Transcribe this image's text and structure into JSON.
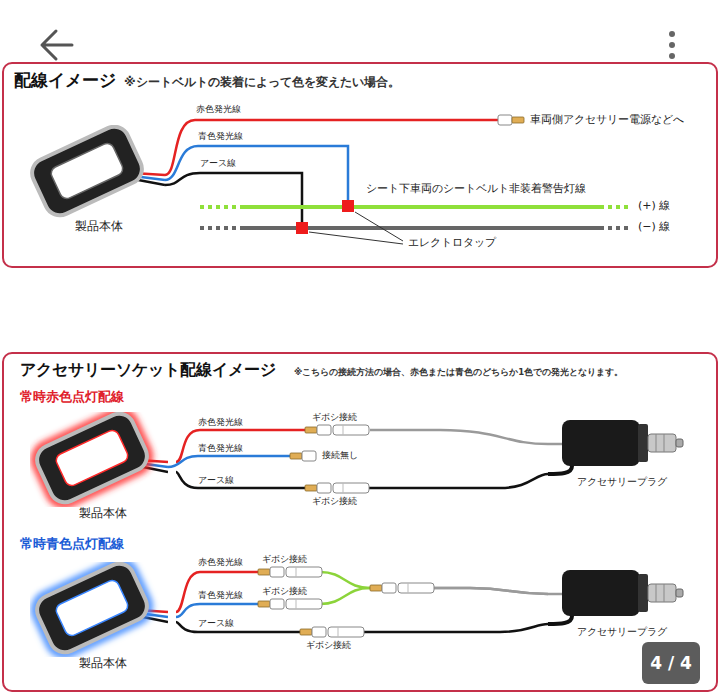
{
  "diagram": {
    "nodes": [
      {
        "text": [
          "配線イメージ",
          "※シートベルトの装着によって色を変えたい場合。"
        ]
      },
      {
        "text": [
          "製品本体"
        ],
        "in": 0
      },
      {
        "text": [
          "アクセサリーソケット配線イメージ",
          "※こちらの接続方法の場合、赤色または青色のどちらか1色での発光となります。"
        ]
      },
      {
        "text": [
          "製品本体"
        ],
        "in": 2
      },
      {
        "text": [
          "アクセサリープラグ"
        ],
        "in": 2
      },
      {
        "text": [
          "製品本体"
        ],
        "in": 2
      },
      {
        "text": [
          "アクセサリープラグ"
        ],
        "in": 2
      },
      {
        "text": [
          "4 / 4"
        ]
      }
    ],
    "edges": [
      {
        "from": 3,
        "to": 4,
        "arrow": "none"
      },
      {
        "from": 3,
        "to": 4,
        "arrow": "none"
      },
      {
        "from": 5,
        "to": 6,
        "arrow": "none"
      },
      {
        "from": 5,
        "to": 6,
        "arrow": "none"
      },
      {
        "from": 5,
        "to": 6,
        "arrow": "none"
      }
    ],
    "labels": [
      "赤色発光線",
      "車両側アクセサリー電源などへ",
      "青色発光線",
      "アース線",
      "シート下車両のシートベルト非装着警告灯線",
      "(+) 線",
      "(−) 線",
      "エレクトロタップ",
      "常時赤色点灯配線",
      "赤色発光線",
      "ギボシ接続",
      "青色発光線",
      "接続無し",
      "アース線",
      "ギボシ接続",
      "常時青色点灯配線",
      "赤色発光線",
      "ギボシ接続",
      "青色発光線",
      "ギボシ接続",
      "アース線",
      "ギボシ接続"
    ]
  }
}
